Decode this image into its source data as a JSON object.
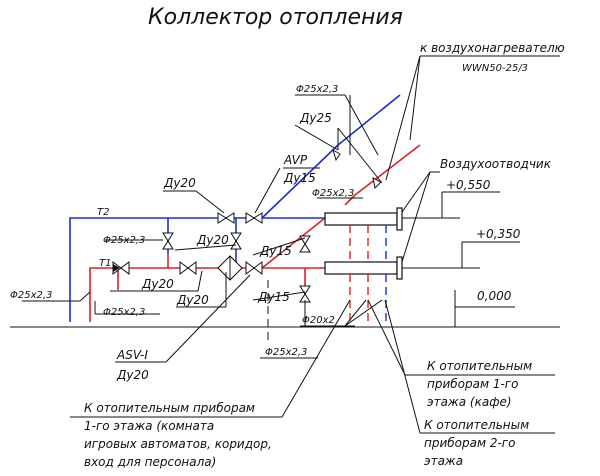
{
  "title": "Коллектор отопления",
  "labels": {
    "to_air_heater": "к воздухонагревателю",
    "wwn_model": "WWN50-25/3",
    "pipe_top": "Φ25x2,3",
    "du25": "Ду25",
    "avp": "AVP",
    "du15_avp": "Ду15",
    "pipe_avp": "Φ25x2,3",
    "air_vent": "Воздухоотводчик",
    "lvl_0550": "+0,550",
    "lvl_0350": "+0,350",
    "lvl_0000": "0,000",
    "du20_t2": "Ду20",
    "t2": "T2",
    "t1": "T1",
    "pipe_bypass": "Φ25x2,3",
    "du20_bypass": "Ду20",
    "du15_mid": "Ду15",
    "du20_t1": "Ду20",
    "du20_t1b": "Ду20",
    "pipe_left": "Φ25x2,3",
    "pipe_t1": "Φ25x2,3",
    "du15_low": "Ду15",
    "pipe_20": "Φ20x2",
    "pipe_down": "Φ25x2,3",
    "asv": "ASV-I",
    "du20_asv": "Ду20",
    "cafe_1": "К отопительным",
    "cafe_2": "приборам 1-го",
    "cafe_3": "этажа (кафе)",
    "floor2_1": "К отопительным",
    "floor2_2": "приборам 2-го",
    "floor2_3": "этажа",
    "floor1_1": "К отопительным приборам",
    "floor1_2": "1-го этажа (комната",
    "floor1_3": "игровых автоматов, коридор,",
    "floor1_4": "вход для персонала)"
  },
  "colors": {
    "supply": "#e02020",
    "return": "#1a2ed8",
    "ink": "#111111"
  }
}
